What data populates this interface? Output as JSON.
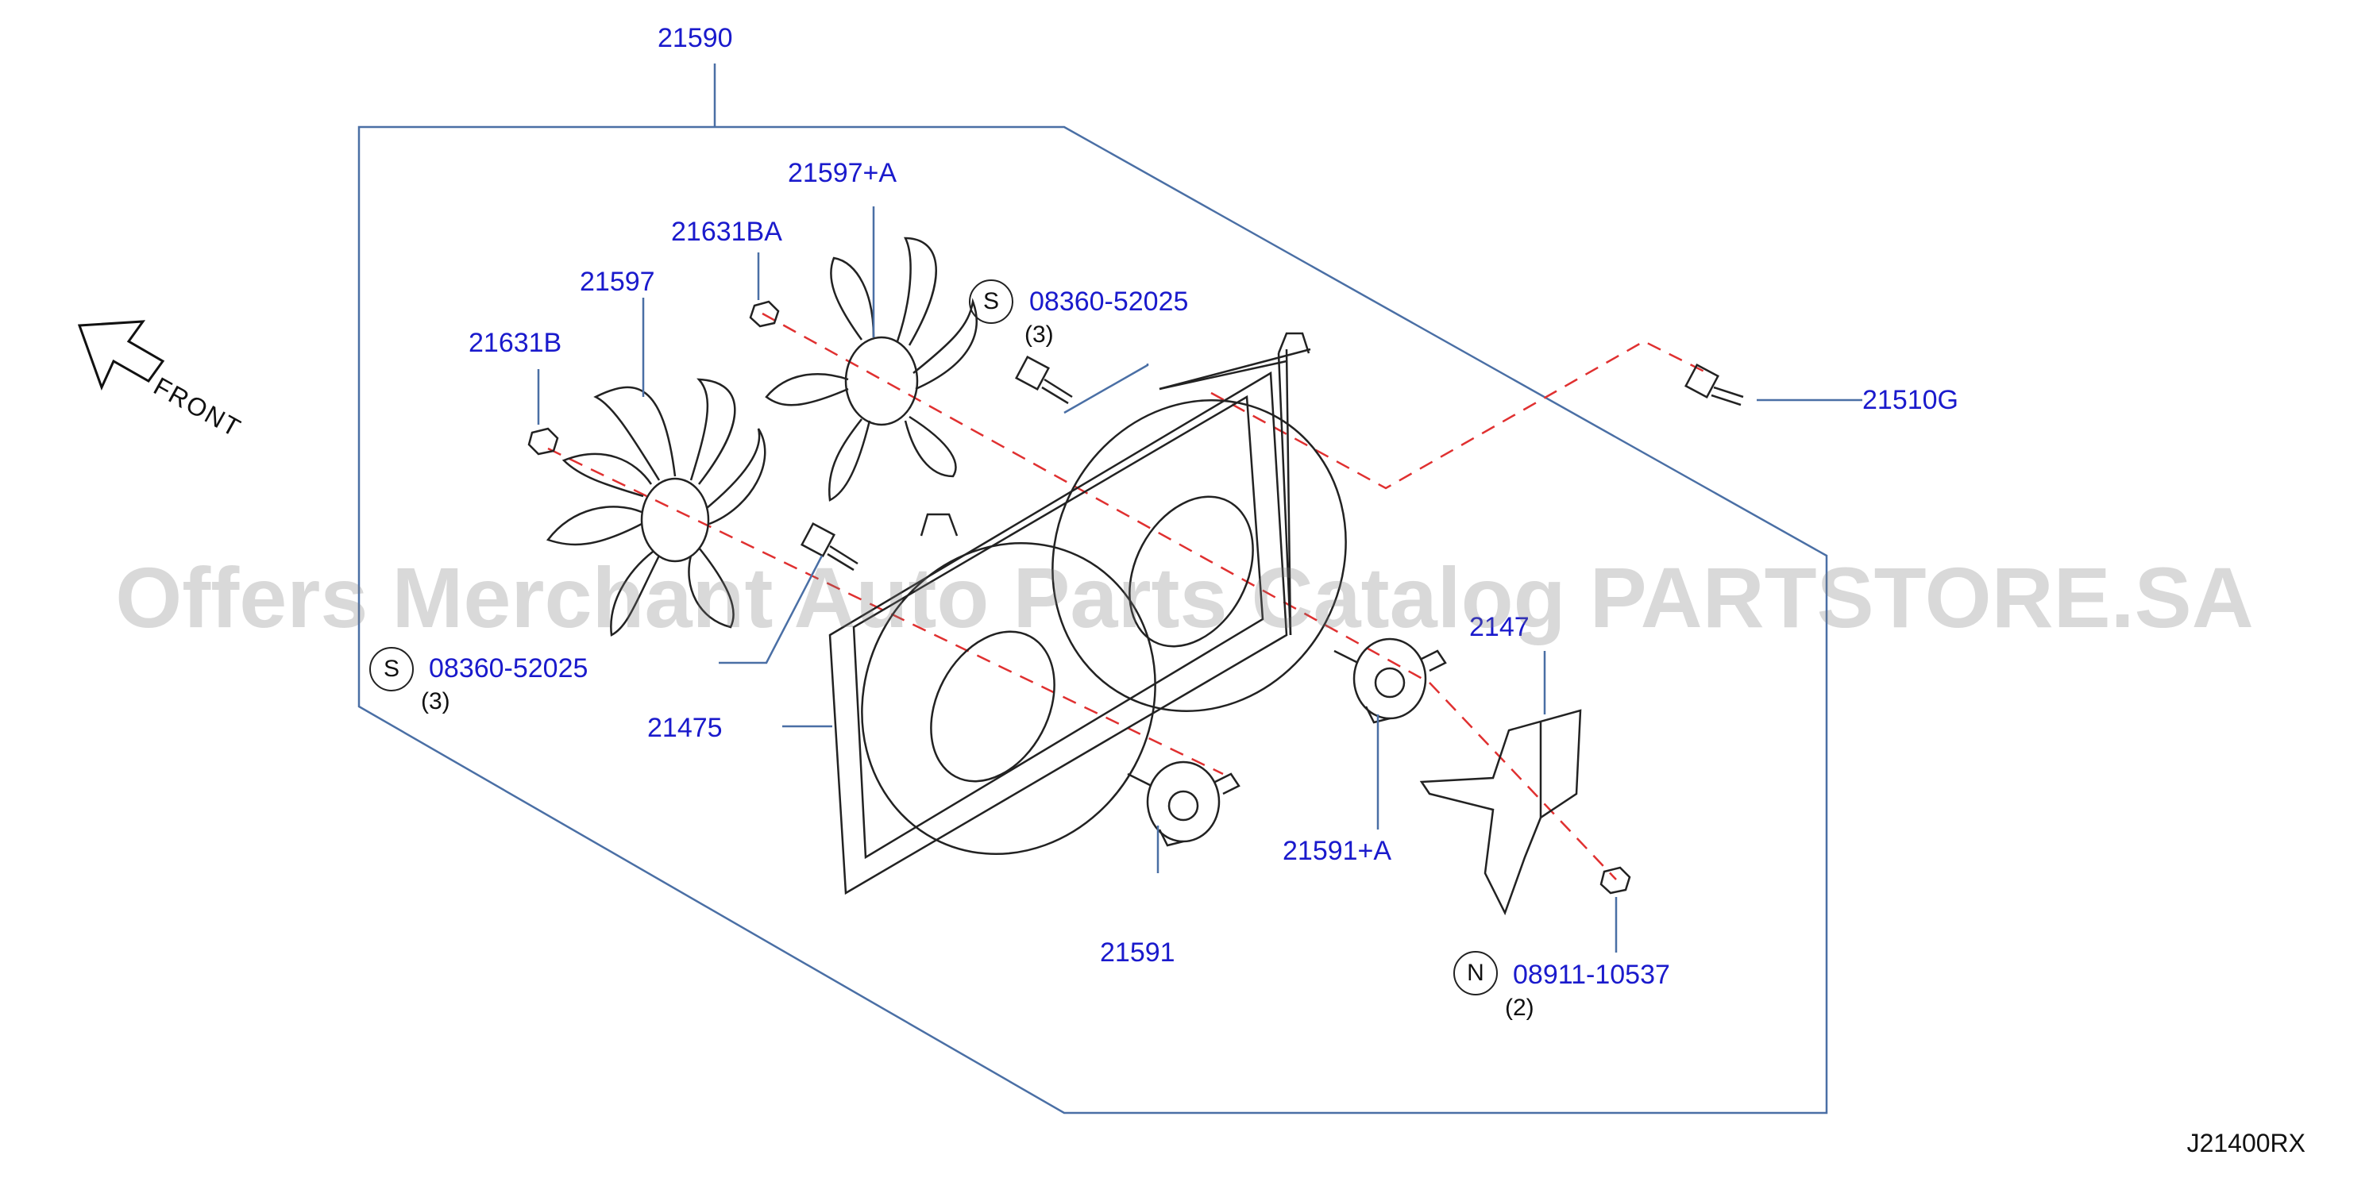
{
  "callouts": {
    "frame": "21590",
    "blade_right": "21597+A",
    "nut_right": "21631BA",
    "blade_left": "21597",
    "nut_left": "21631B",
    "bolt_upper_num": "08360-52025",
    "bolt_upper_qty": "(3)",
    "bolt_side": "21510G",
    "bolt_lower_num": "08360-52025",
    "bolt_lower_qty": "(3)",
    "shroud": "21475",
    "bracket_partial": "2147",
    "motor_left": "21591",
    "motor_right": "21591+A",
    "nut_bottom_num": "08911-10537",
    "nut_bottom_qty": "(2)"
  },
  "badges": {
    "s": "S",
    "n": "N"
  },
  "front_label": "FRONT",
  "watermark": "Offers Merchant Auto Parts Catalog PARTSTORE.SA",
  "diagram_code": "J21400RX",
  "colors": {
    "label": "#1a1acc",
    "frame_line": "#4a6fa5",
    "dash": "#e03030",
    "ink": "#222222"
  }
}
